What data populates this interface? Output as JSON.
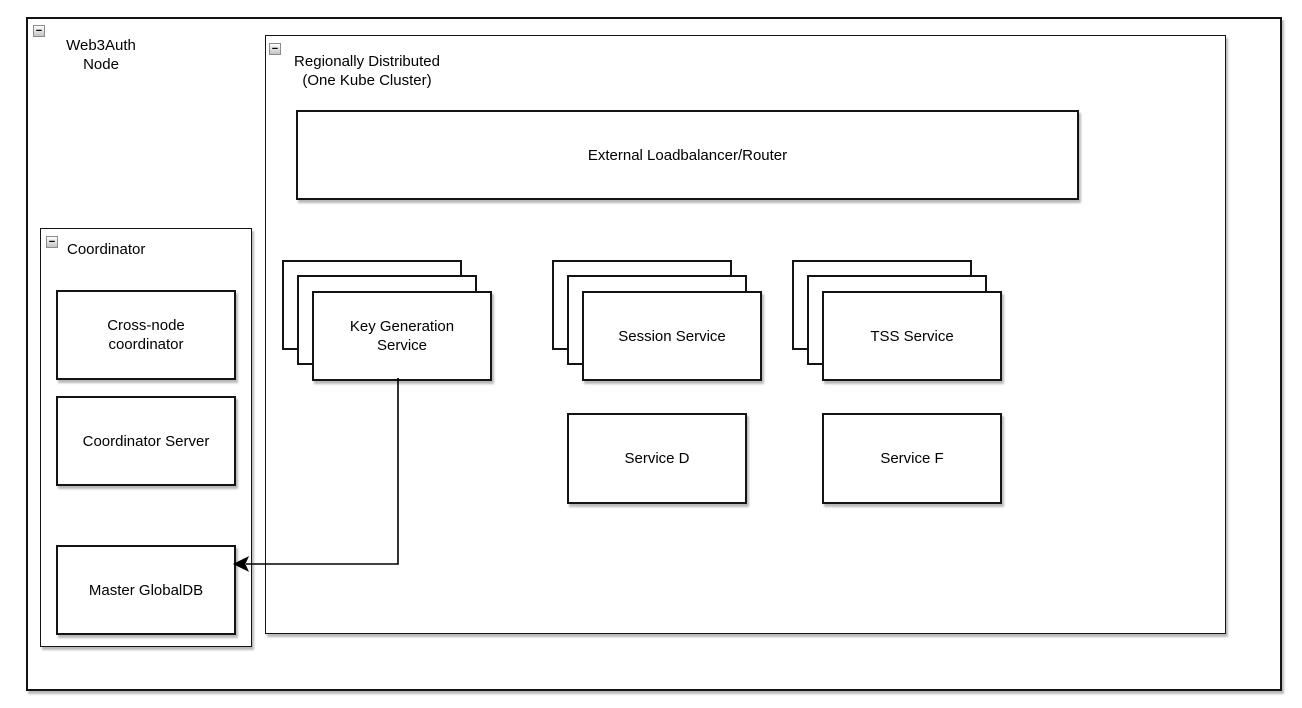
{
  "colors": {
    "stroke": "#141414",
    "canvas": "#ffffff"
  },
  "icons": {
    "collapse_minus": "−"
  },
  "web3auth_node": {
    "label": "Web3Auth",
    "sublabel": "Node"
  },
  "regionally_distributed": {
    "label": "Regionally Distributed",
    "sublabel": "(One Kube Cluster)"
  },
  "external_loadbalancer": {
    "label": "External Loadbalancer/Router"
  },
  "coordinator": {
    "label": "Coordinator",
    "cross_node": "Cross-node coordinator",
    "server": "Coordinator Server",
    "globaldb": "Master GlobalDB"
  },
  "services": {
    "keygen": "Key Generation Service",
    "session": "Session Service",
    "tss": "TSS Service",
    "service_d": "Service D",
    "service_f": "Service F"
  }
}
